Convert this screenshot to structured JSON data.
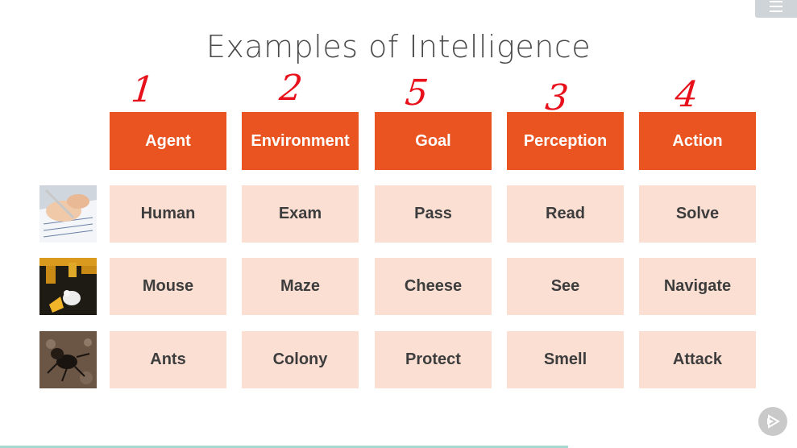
{
  "title": "Examples of Intelligence",
  "annotations": [
    "1",
    "2",
    "5",
    "3",
    "4"
  ],
  "headers": [
    "Agent",
    "Environment",
    "Goal",
    "Perception",
    "Action"
  ],
  "rows": [
    {
      "image_icon": "writing-hand-icon",
      "cells": [
        "Human",
        "Exam",
        "Pass",
        "Read",
        "Solve"
      ]
    },
    {
      "image_icon": "mouse-maze-icon",
      "cells": [
        "Mouse",
        "Maze",
        "Cheese",
        "See",
        "Navigate"
      ]
    },
    {
      "image_icon": "ant-icon",
      "cells": [
        "Ants",
        "Colony",
        "Protect",
        "Smell",
        "Attack"
      ]
    }
  ],
  "colors": {
    "header": "#e95420",
    "cell": "#fbdfd3",
    "annotation": "#e8101a"
  },
  "controls": {
    "menu_icon": "hamburger-icon",
    "player_icon": "play-logo-icon"
  }
}
